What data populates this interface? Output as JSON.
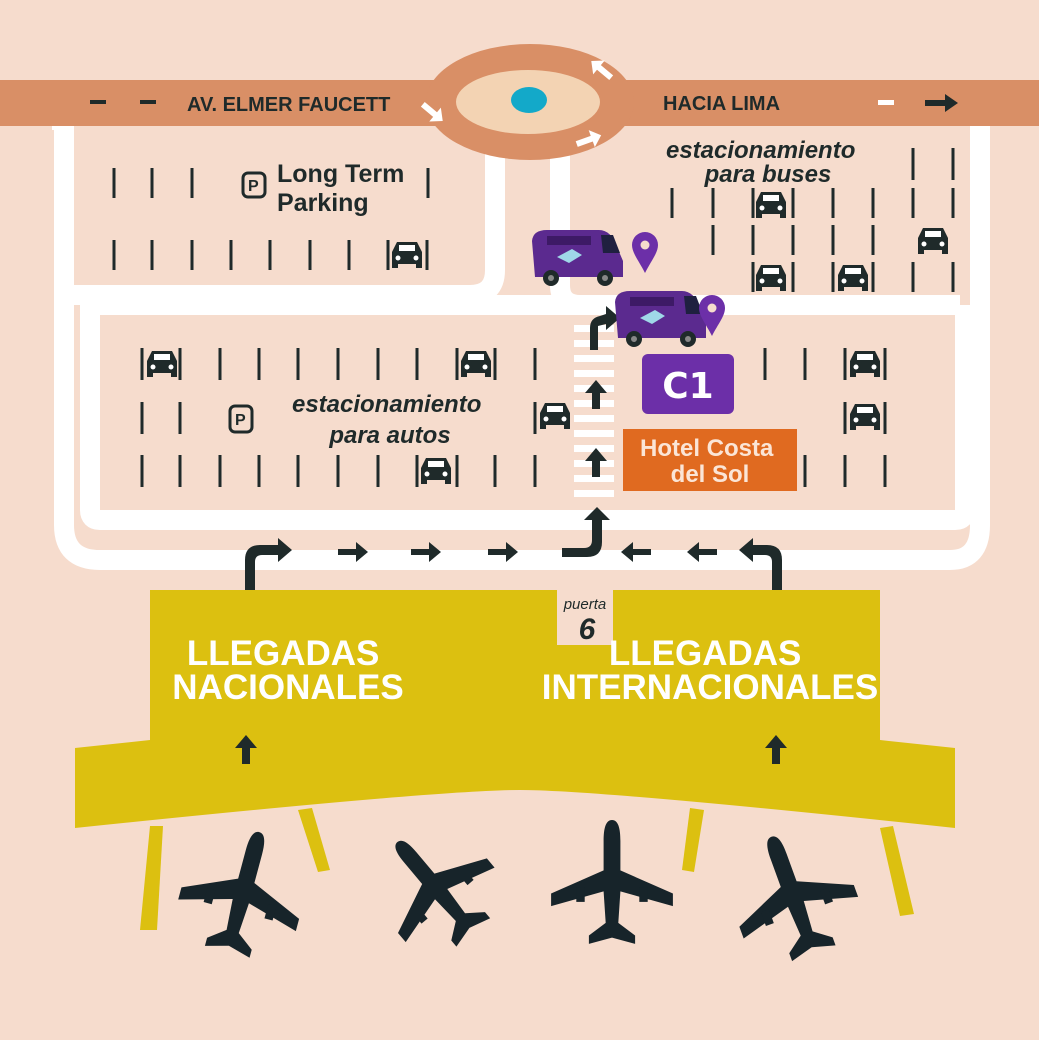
{
  "roads": {
    "avenue": "AV. ELMER FAUCETT",
    "direction": "HACIA LIMA"
  },
  "parking": {
    "long_term": [
      "Long Term",
      "Parking"
    ],
    "buses": [
      "estacionamiento",
      "para buses"
    ],
    "autos": [
      "estacionamiento",
      "para autos"
    ],
    "sign": "P"
  },
  "pickup": {
    "code": "C1",
    "hotel": [
      "Hotel Costa",
      "del Sol"
    ]
  },
  "terminal": {
    "gate_label": "puerta",
    "gate_number": "6",
    "domestic": [
      "LLEGADAS",
      "NACIONALES"
    ],
    "international": [
      "LLEGADAS",
      "INTERNACIONALES"
    ]
  },
  "colors": {
    "background": "#f6dccd",
    "road": "#d98f66",
    "lane": "#ffffff",
    "terminal": "#dcc010",
    "dark": "#1f2a2a",
    "purple": "#6c2fa8",
    "hotel": "#e06a20",
    "roundabout_center": "#13a9c9"
  },
  "icons": [
    "parking-sign-icon",
    "car-icon",
    "van-icon",
    "location-pin-icon",
    "airplane-icon",
    "arrow-icon"
  ]
}
